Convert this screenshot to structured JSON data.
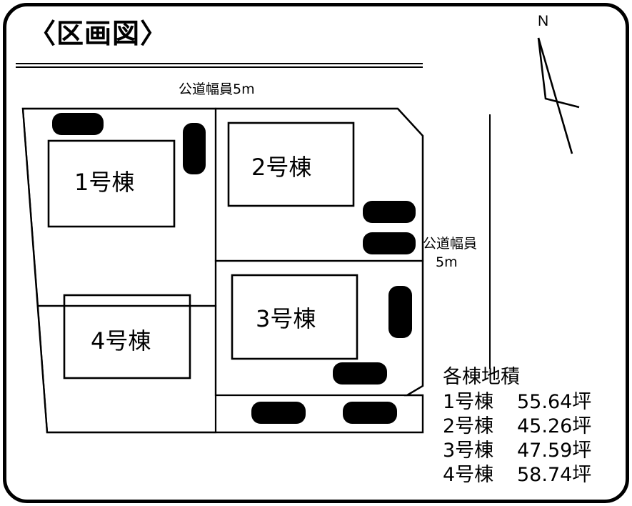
{
  "document": {
    "title": "〈区画図〉",
    "type": "plot-plan"
  },
  "compass": {
    "north_label": "N"
  },
  "roads": {
    "top": {
      "label": "公道幅員5m"
    },
    "right": {
      "label_line1": "公道幅員",
      "label_line2": "5m"
    }
  },
  "plots": [
    {
      "id": "1",
      "label": "1号棟"
    },
    {
      "id": "2",
      "label": "2号棟"
    },
    {
      "id": "3",
      "label": "3号棟"
    },
    {
      "id": "4",
      "label": "4号棟"
    }
  ],
  "area_table": {
    "title": "各棟地積",
    "rows": [
      {
        "name": "1号棟",
        "value": "55.64坪"
      },
      {
        "name": "2号棟",
        "value": "45.26坪"
      },
      {
        "name": "3号棟",
        "value": "47.59坪"
      },
      {
        "name": "4号棟",
        "value": "58.74坪"
      }
    ]
  },
  "colors": {
    "line": "#000000",
    "background": "#ffffff",
    "car": "#000000"
  }
}
